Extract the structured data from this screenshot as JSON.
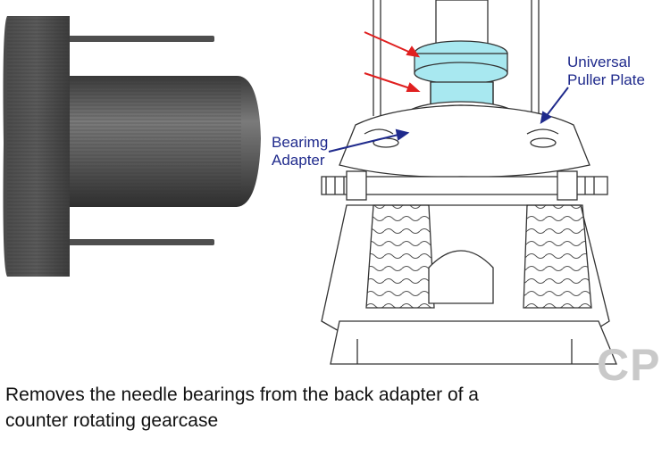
{
  "labels": {
    "bearing_adapter": [
      "Bearimg",
      "Adapter"
    ],
    "universal_puller_plate": [
      "Universal",
      "Puller Plate"
    ]
  },
  "caption": [
    "Removes the needle bearings from the back adapter of a",
    "counter rotating gearcase"
  ],
  "watermark": "CP",
  "colors": {
    "arrow_red": "#e02020",
    "label_blue": "#1f2a8c",
    "highlight_cyan": "#a8e8f0",
    "tool_gray": "#555555"
  }
}
